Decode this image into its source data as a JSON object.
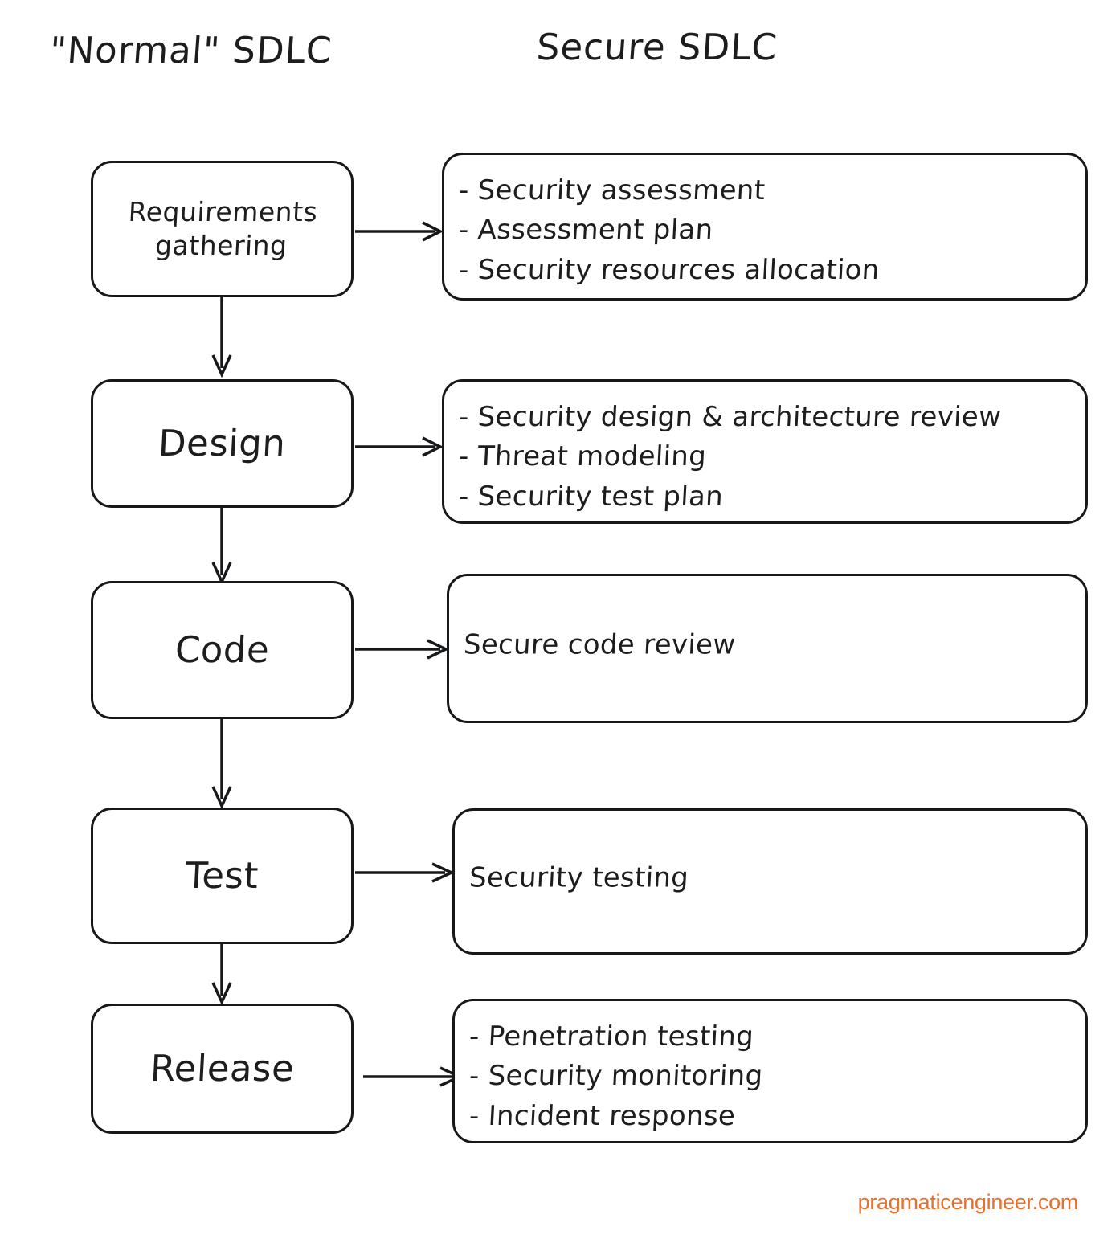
{
  "headings": {
    "left": "\"Normal\" SDLC",
    "right": "Secure SDLC"
  },
  "colors": {
    "stroke": "#17181a",
    "text": "#1d1d1d",
    "background": "#ffffff",
    "watermark": "#e8702a"
  },
  "rows": [
    {
      "stage": "Requirements gathering",
      "stage_size": "small",
      "security_items": [
        "- Security assessment",
        "- Assessment plan",
        "- Security resources allocation"
      ]
    },
    {
      "stage": "Design",
      "stage_size": "big",
      "security_items": [
        "- Security design & architecture review",
        "- Threat modeling",
        "- Security test plan"
      ]
    },
    {
      "stage": "Code",
      "stage_size": "big",
      "security_items": [
        "Secure code review"
      ]
    },
    {
      "stage": "Test",
      "stage_size": "big",
      "security_items": [
        "Security testing"
      ]
    },
    {
      "stage": "Release",
      "stage_size": "big",
      "security_items": [
        "- Penetration testing",
        "- Security monitoring",
        "- Incident response"
      ]
    }
  ],
  "watermark": "pragmaticengineer.com"
}
